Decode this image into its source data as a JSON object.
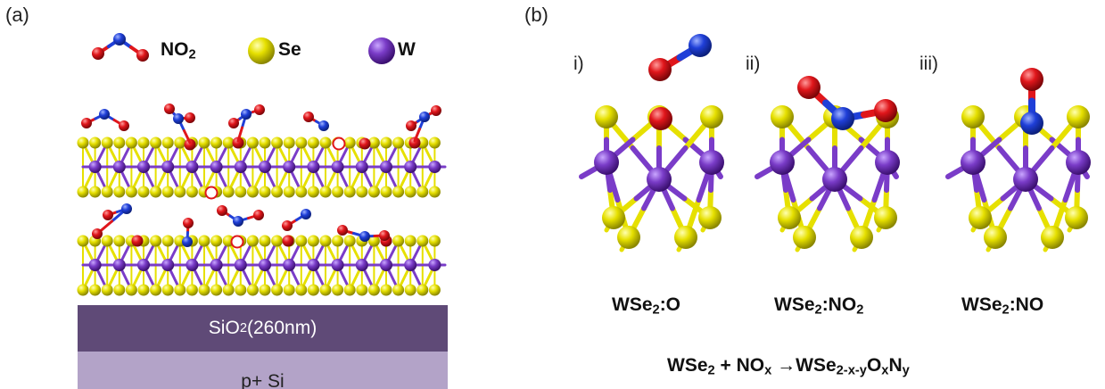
{
  "panel_a": {
    "label": "(a)",
    "legend": {
      "no2": {
        "main": "NO",
        "sub": "2"
      },
      "se": "Se",
      "w": "W"
    },
    "substrate": {
      "oxide": {
        "main": "SiO",
        "sub": "2",
        "rest": " (260nm)"
      },
      "silicon": "p+ Si"
    }
  },
  "panel_b": {
    "label": "(b)",
    "panels": [
      {
        "roman": "i)",
        "label_main": "WSe",
        "label_sub": "2",
        "label_rest": ":O"
      },
      {
        "roman": "ii)",
        "label_main": "WSe",
        "label_sub": "2",
        "label_rest": ":NO",
        "label_sub2": "2"
      },
      {
        "roman": "iii)",
        "label_main": "WSe",
        "label_sub": "2",
        "label_rest": ":NO"
      }
    ],
    "equation": {
      "p1": "WSe",
      "s1": "2",
      "p2": " + NO",
      "s2": "x",
      "p3": " →WSe",
      "s3": "2-x-y",
      "p4": "O",
      "s4": "x",
      "p5": "N",
      "s5": "y"
    }
  },
  "colors": {
    "selenium": "#e6e000",
    "tungsten": "#7a3cc8",
    "oxygen": "#e0161b",
    "nitrogen": "#1f3fd8",
    "oxide_layer": "#5f4a77",
    "silicon_layer": "#b3a3c8"
  }
}
